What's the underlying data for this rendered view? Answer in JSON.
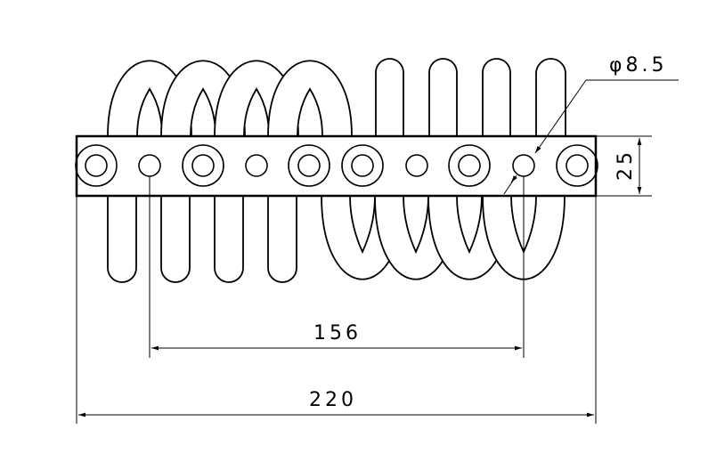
{
  "drawing": {
    "dimensions": {
      "hole_spacing": "156",
      "overall_length": "220",
      "bar_height": "25",
      "hole_diameter": "φ8.5"
    },
    "colors": {
      "line": "#000000",
      "background": "#ffffff"
    }
  }
}
